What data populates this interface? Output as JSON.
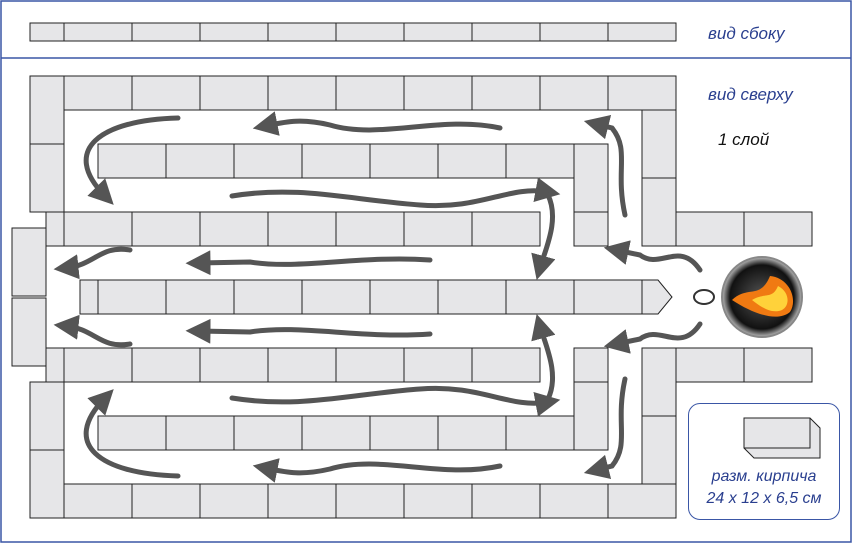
{
  "labels": {
    "side_view": "вид сбоку",
    "top_view": "вид сверху",
    "layer": "1 слой"
  },
  "legend": {
    "title": "разм. кирпича",
    "dimensions": "24 x 12 x 6,5 см"
  },
  "colors": {
    "brick_fill": "#e6e6e8",
    "brick_stroke": "#222222",
    "arrow": "#555555",
    "frame": "#3a56a6",
    "label": "#2a3f8f"
  }
}
